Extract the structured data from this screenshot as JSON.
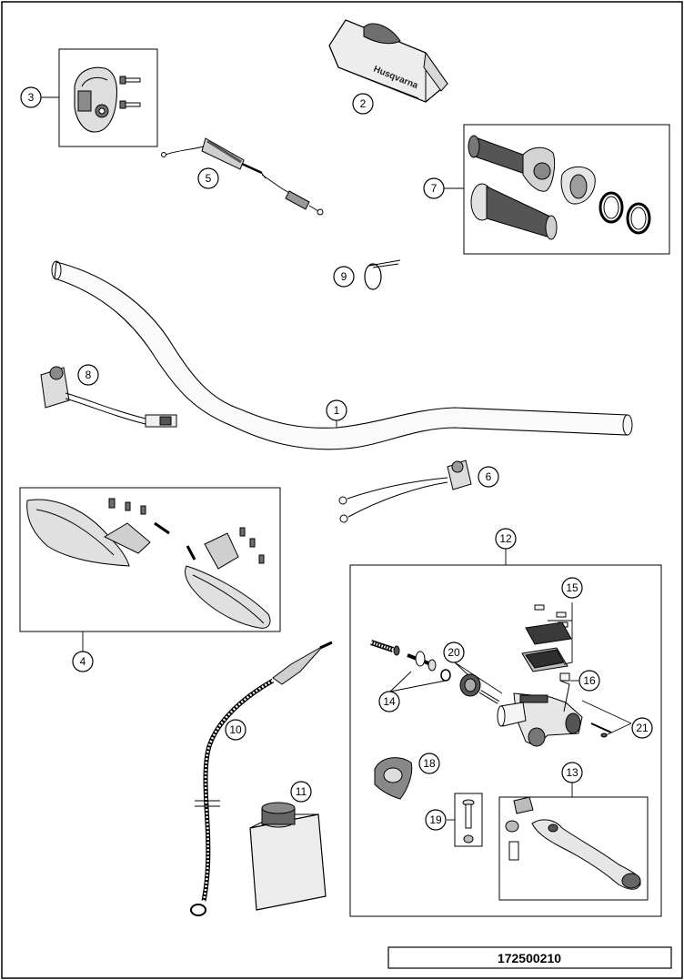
{
  "drawing_number": "172500210",
  "callouts": {
    "c1": "1",
    "c2": "2",
    "c3": "3",
    "c4": "4",
    "c5": "5",
    "c6": "6",
    "c7": "7",
    "c8": "8",
    "c9": "9",
    "c10": "10",
    "c11": "11",
    "c12": "12",
    "c13": "13",
    "c14": "14",
    "c15": "15",
    "c16": "16",
    "c18": "18",
    "c19": "19",
    "c20": "20",
    "c21": "21"
  },
  "pad_brand_text": "Husqvarna"
}
